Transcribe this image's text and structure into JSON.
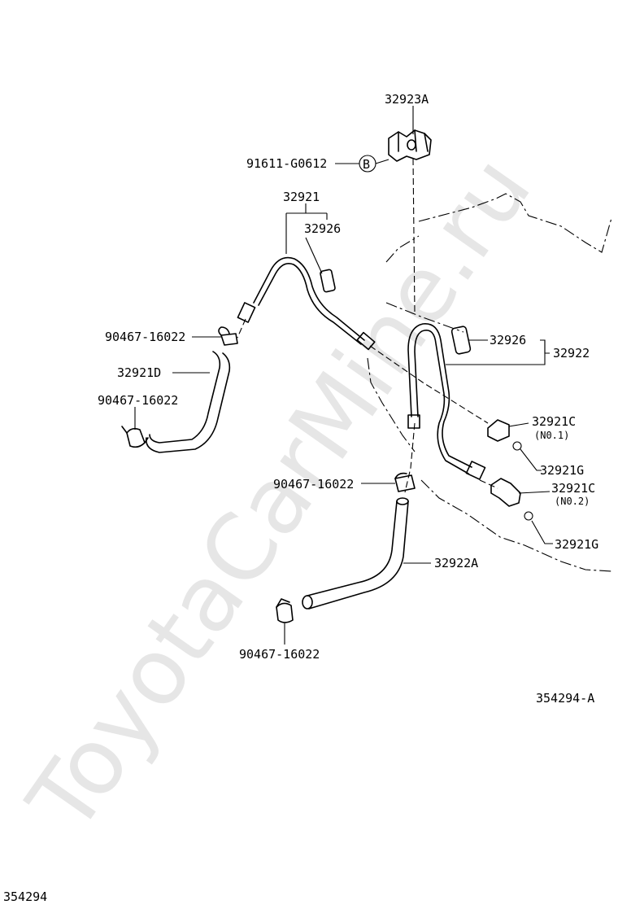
{
  "watermark": "ToyotaCarMine.ru",
  "footer_code": "354294",
  "diagram_code": "354294-A",
  "parts": {
    "p32923A": "32923A",
    "p91611": "91611-G0612",
    "circle_b": "B",
    "p32921": "32921",
    "p32926_top": "32926",
    "p90467_a": "90467-16022",
    "p32921D": "32921D",
    "p90467_b": "90467-16022",
    "p32926_right": "32926",
    "p32922": "32922",
    "p32921C_1": "32921C",
    "no1": "(N0.1)",
    "p32921G_1": "32921G",
    "p90467_c": "90467-16022",
    "p32921C_2": "32921C",
    "no2": "(N0.2)",
    "p32921G_2": "32921G",
    "p32922A": "32922A",
    "p90467_d": "90467-16022"
  }
}
